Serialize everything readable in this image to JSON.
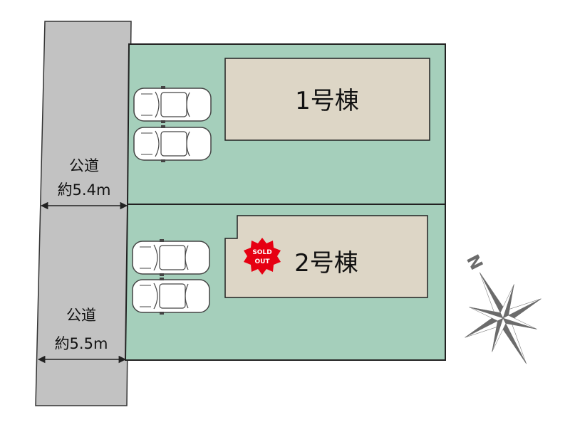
{
  "colors": {
    "road": "#c2c2c2",
    "lot": "#a5cfbb",
    "building": "#ddd6c6",
    "outline": "#222222",
    "sold_out": "#e60012",
    "compass": "#6b6b6b"
  },
  "buildings": [
    {
      "label": "1号棟",
      "sold_out": false
    },
    {
      "label": "2号棟",
      "sold_out": true,
      "badge": [
        "SOLD",
        "OUT"
      ]
    }
  ],
  "roads": [
    {
      "name": "公道",
      "width": "約5.4m"
    },
    {
      "name": "公道",
      "width": "約5.5m"
    }
  ],
  "compass": {
    "north_label": "N"
  }
}
